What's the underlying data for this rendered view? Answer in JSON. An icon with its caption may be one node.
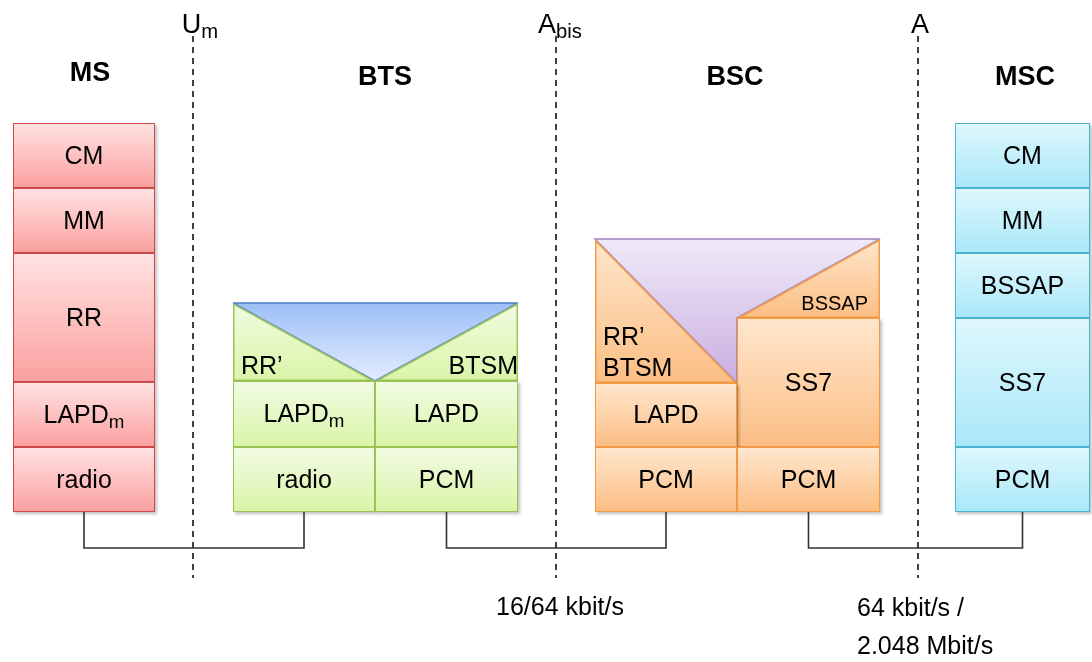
{
  "diagram": {
    "nodes": [
      {
        "text": [
          "CM"
        ]
      },
      {
        "text": [
          "MM"
        ]
      },
      {
        "text": [
          "RR"
        ]
      },
      {
        "text": [
          "LAPD$_{m}$"
        ]
      },
      {
        "text": [
          "radio"
        ]
      },
      {
        "text": [
          "RR’"
        ]
      },
      {
        "text": [
          "BTSM"
        ]
      },
      {
        "text": [
          "LAPD$_{m}$"
        ]
      },
      {
        "text": [
          "LAPD"
        ]
      },
      {
        "text": [
          "radio"
        ]
      },
      {
        "text": [
          "PCM"
        ]
      },
      {
        "text": [
          "RR’ BTSM"
        ]
      },
      {
        "text": [
          "BSSAP"
        ]
      },
      {
        "text": [
          "SS7"
        ]
      },
      {
        "text": [
          "LAPD"
        ]
      },
      {
        "text": [
          "PCM"
        ]
      },
      {
        "text": [
          "PCM"
        ]
      },
      {
        "text": [
          "CM"
        ]
      },
      {
        "text": [
          "MM"
        ]
      },
      {
        "text": [
          "BSSAP"
        ]
      },
      {
        "text": [
          "SS7"
        ]
      },
      {
        "text": [
          "PCM"
        ]
      }
    ],
    "edges": [
      {
        "from": 4,
        "to": 9,
        "arrow": "none"
      },
      {
        "from": 10,
        "to": 15,
        "arrow": "none"
      },
      {
        "from": 16,
        "to": 21,
        "arrow": "none"
      }
    ],
    "labels": [
      "U$_{m}$",
      "A$_{bis}$",
      "A",
      "MS",
      "BTS",
      "BSC",
      "MSC",
      "16/64 kbit/s",
      "64 kbit/s / 2.048 Mbit/s"
    ]
  }
}
